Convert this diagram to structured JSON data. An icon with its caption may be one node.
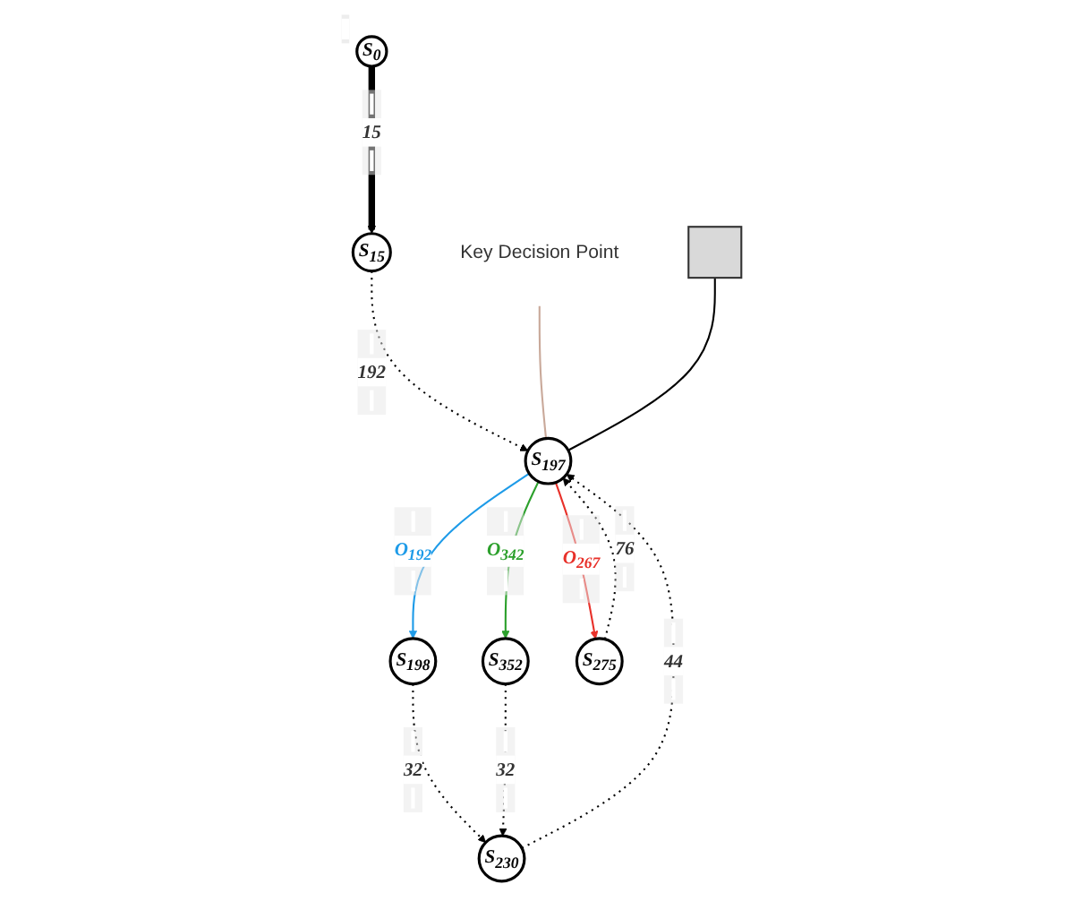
{
  "diagram": {
    "nodes": [
      {
        "text": [],
        "shape": "box"
      },
      {
        "text": [
          "S$_{0}$"
        ]
      },
      {
        "text": [
          "S$_{15}$"
        ]
      },
      {
        "text": [
          "Key Decision Point"
        ]
      },
      {
        "text": [
          "S$_{197}$"
        ]
      },
      {
        "text": [
          "S$_{198}$"
        ]
      },
      {
        "text": [
          "S$_{352}$"
        ]
      },
      {
        "text": [
          "S$_{275}$"
        ]
      },
      {
        "text": [
          "S$_{230}$"
        ]
      }
    ],
    "edges": [
      {
        "from": 1,
        "to": 2,
        "arrow": "to",
        "label": "15",
        "style": "thick"
      },
      {
        "from": 2,
        "to": 4,
        "arrow": "to",
        "label": "192",
        "style": "dashed"
      },
      {
        "from": 4,
        "to": 5,
        "arrow": "to",
        "label": "O$_{192}$",
        "color": "#1e9be8"
      },
      {
        "from": 4,
        "to": 6,
        "arrow": "to",
        "label": "O$_{342}$",
        "color": "#2ca02c"
      },
      {
        "from": 4,
        "to": 7,
        "arrow": "to",
        "label": "O$_{267}$",
        "color": "#e8312a"
      },
      {
        "from": 7,
        "to": 4,
        "arrow": "to",
        "label": "76",
        "style": "dashed"
      },
      {
        "from": 5,
        "to": 8,
        "arrow": "to",
        "label": "32",
        "style": "dashed"
      },
      {
        "from": 6,
        "to": 8,
        "arrow": "to",
        "label": "32",
        "style": "dashed"
      },
      {
        "from": 8,
        "to": 4,
        "arrow": "to",
        "label": "44",
        "style": "dashed"
      },
      {
        "from": 3,
        "to": 4,
        "arrow": "none",
        "color": "#c9a99a"
      },
      {
        "from": 0,
        "to": 4,
        "arrow": "none"
      }
    ]
  }
}
